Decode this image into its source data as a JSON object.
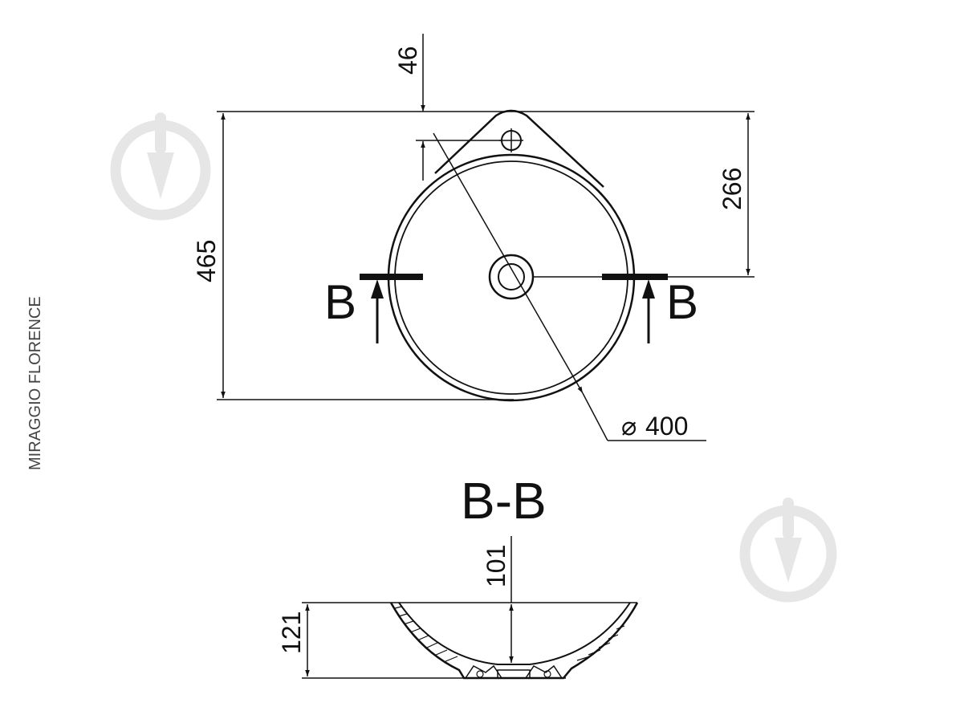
{
  "brand": "MIRAGGIO FLORENCE",
  "section_view_title": "B-B",
  "section_marker_letter": "B",
  "plan_dims": {
    "overall_depth": "465",
    "tap_offset": "46",
    "drain_to_back": "266",
    "diameter": "400",
    "diameter_symbol": "⌀"
  },
  "section_dims": {
    "bowl_depth": "101",
    "overall_height": "121"
  },
  "colors": {
    "line": "#111111",
    "watermark": "#e6e6e6"
  },
  "icons": [
    "watermark-drop-icon",
    "section-arrow-icon",
    "tap-hole-icon",
    "drain-icon"
  ]
}
